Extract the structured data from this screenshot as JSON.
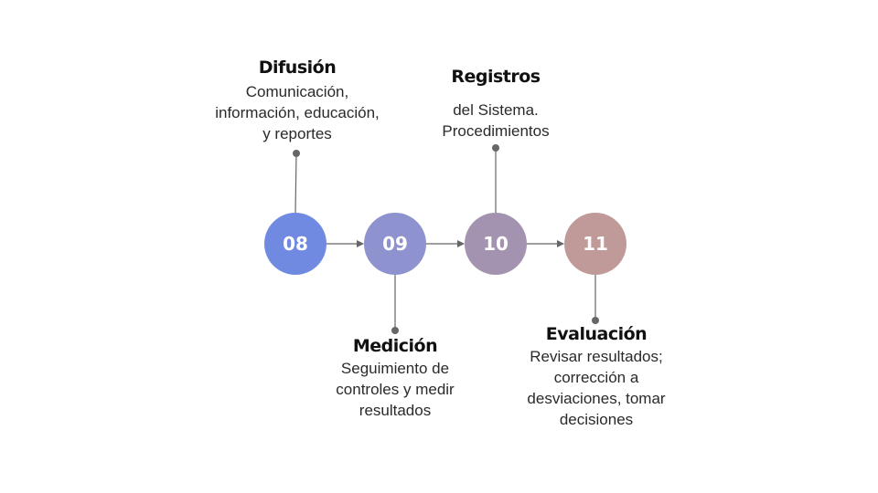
{
  "steps": [
    {
      "number": "08",
      "title": "Difusión",
      "description": [
        "Comunicación,",
        "información, educación,",
        "y reportes"
      ],
      "color": "#6f8ae0"
    },
    {
      "number": "09",
      "title": "Medición",
      "description": [
        "Seguimiento de",
        "controles y medir",
        "resultados"
      ],
      "color": "#8e93cf"
    },
    {
      "number": "10",
      "title": "Registros",
      "description": [
        "del Sistema.",
        "Procedimientos"
      ],
      "color": "#a393b1"
    },
    {
      "number": "11",
      "title": "Evaluación",
      "description": [
        "Revisar resultados;",
        "corrección a",
        "desviaciones, tomar",
        "decisiones"
      ],
      "color": "#bf9a98"
    }
  ],
  "colors": {
    "connector": "#666666",
    "text": "#222222"
  }
}
